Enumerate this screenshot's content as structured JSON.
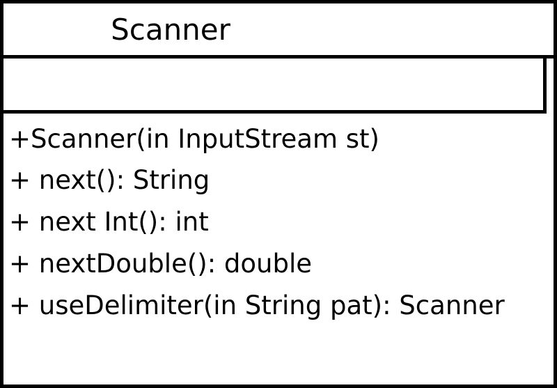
{
  "uml_class": {
    "name": "Scanner",
    "attributes": [],
    "operations": [
      "+Scanner(in InputStream st)",
      "+ next(): String",
      "+ next Int(): int",
      "+ nextDouble(): double",
      "+ useDelimiter(in String pat): Scanner"
    ]
  }
}
